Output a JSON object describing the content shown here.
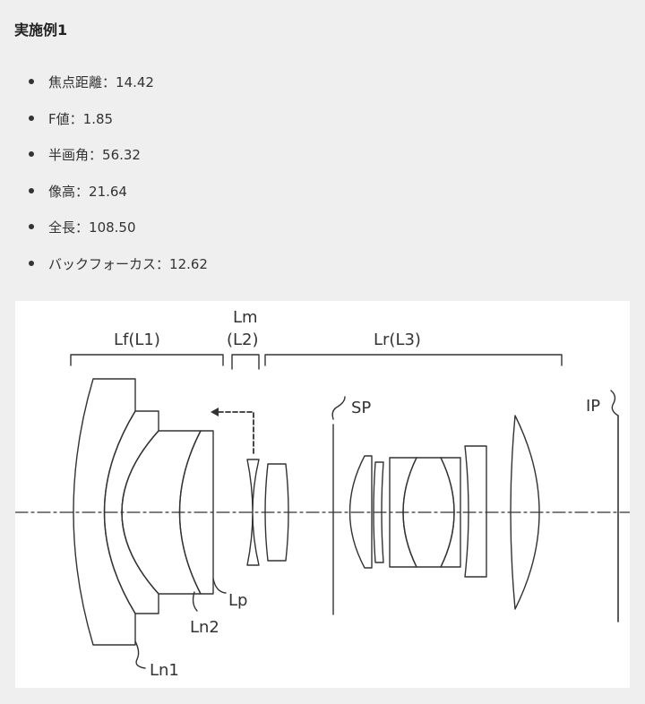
{
  "heading": "実施例1",
  "specs": [
    {
      "label": "焦点距離",
      "sep": "：",
      "value": "14.42"
    },
    {
      "label": "F値",
      "sep": "：",
      "value": "1.85"
    },
    {
      "label": "半画角",
      "sep": "：",
      "value": "56.32"
    },
    {
      "label": "像高",
      "sep": "：",
      "value": "21.64"
    },
    {
      "label": "全長",
      "sep": "：",
      "value": "108.50"
    },
    {
      "label": "バックフォーカス",
      "sep": "：",
      "value": "12.62"
    }
  ],
  "diagram": {
    "groups": {
      "front": "Lf(L1)",
      "middle_top": "Lm",
      "middle": "(L2)",
      "rear": "Lr(L3)"
    },
    "labels": {
      "stop": "SP",
      "image_plane": "IP",
      "ln1": "Ln1",
      "ln2": "Ln2",
      "lp": "Lp"
    },
    "colors": {
      "line": "#333333",
      "background": "#ffffff"
    }
  }
}
